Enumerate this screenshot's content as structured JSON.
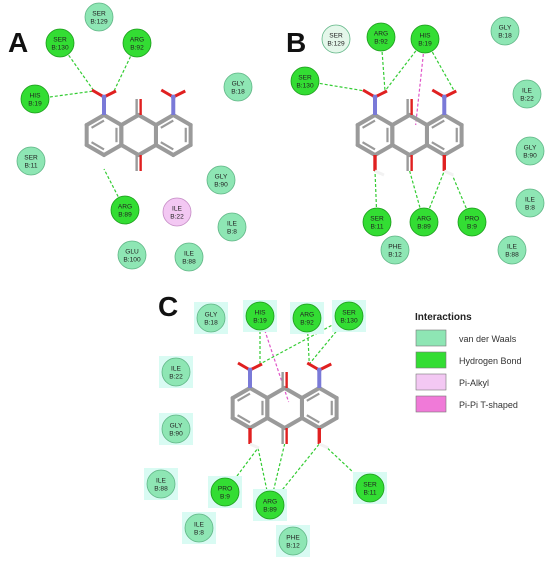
{
  "panels": [
    {
      "letter": "A",
      "residues": [
        {
          "id": "a-ser129",
          "l1": "SER",
          "l2": "B:129",
          "type": "vdw"
        },
        {
          "id": "a-ser130",
          "l1": "SER",
          "l2": "B:130",
          "type": "hbond"
        },
        {
          "id": "a-arg92",
          "l1": "ARG",
          "l2": "B:92",
          "type": "hbond"
        },
        {
          "id": "a-his19",
          "l1": "HIS",
          "l2": "B:19",
          "type": "hbond"
        },
        {
          "id": "a-gly18",
          "l1": "GLY",
          "l2": "B:18",
          "type": "vdw"
        },
        {
          "id": "a-ser11",
          "l1": "SER",
          "l2": "B:11",
          "type": "vdw"
        },
        {
          "id": "a-gly90",
          "l1": "GLY",
          "l2": "B:90",
          "type": "vdw"
        },
        {
          "id": "a-arg89",
          "l1": "ARG",
          "l2": "B:89",
          "type": "hbond"
        },
        {
          "id": "a-ile22",
          "l1": "ILE",
          "l2": "B:22",
          "type": "pialkyl"
        },
        {
          "id": "a-ile8",
          "l1": "ILE",
          "l2": "B:8",
          "type": "vdw"
        },
        {
          "id": "a-glu100",
          "l1": "GLU",
          "l2": "B:100",
          "type": "vdw"
        },
        {
          "id": "a-ile88",
          "l1": "ILE",
          "l2": "B:88",
          "type": "vdw"
        }
      ]
    },
    {
      "letter": "B",
      "residues": [
        {
          "id": "b-ser129",
          "l1": "SER",
          "l2": "B:129",
          "type": "vdw-pale"
        },
        {
          "id": "b-arg92",
          "l1": "ARG",
          "l2": "B:92",
          "type": "hbond"
        },
        {
          "id": "b-his19",
          "l1": "HIS",
          "l2": "B:19",
          "type": "hbond"
        },
        {
          "id": "b-gly18",
          "l1": "GLY",
          "l2": "B:18",
          "type": "vdw"
        },
        {
          "id": "b-ser130",
          "l1": "SER",
          "l2": "B:130",
          "type": "hbond"
        },
        {
          "id": "b-ile22",
          "l1": "ILE",
          "l2": "B:22",
          "type": "vdw"
        },
        {
          "id": "b-gly90",
          "l1": "GLY",
          "l2": "B:90",
          "type": "vdw"
        },
        {
          "id": "b-ile8",
          "l1": "ILE",
          "l2": "B:8",
          "type": "vdw"
        },
        {
          "id": "b-ser11",
          "l1": "SER",
          "l2": "B:11",
          "type": "hbond"
        },
        {
          "id": "b-arg89",
          "l1": "ARG",
          "l2": "B:89",
          "type": "hbond"
        },
        {
          "id": "b-pro9",
          "l1": "PRO",
          "l2": "B:9",
          "type": "hbond"
        },
        {
          "id": "b-phe12",
          "l1": "PHE",
          "l2": "B:12",
          "type": "vdw"
        },
        {
          "id": "b-ile88",
          "l1": "ILE",
          "l2": "B:88",
          "type": "vdw"
        }
      ]
    },
    {
      "letter": "C",
      "residues": [
        {
          "id": "c-gly18",
          "l1": "GLY",
          "l2": "B:18",
          "type": "vdw"
        },
        {
          "id": "c-his19",
          "l1": "HIS",
          "l2": "B:19",
          "type": "hbond"
        },
        {
          "id": "c-arg92",
          "l1": "ARG",
          "l2": "B:92",
          "type": "hbond"
        },
        {
          "id": "c-ser130",
          "l1": "SER",
          "l2": "B:130",
          "type": "hbond"
        },
        {
          "id": "c-ile22",
          "l1": "ILE",
          "l2": "B:22",
          "type": "vdw"
        },
        {
          "id": "c-gly90",
          "l1": "GLY",
          "l2": "B:90",
          "type": "vdw"
        },
        {
          "id": "c-ile88",
          "l1": "ILE",
          "l2": "B:88",
          "type": "vdw"
        },
        {
          "id": "c-pro9",
          "l1": "PRO",
          "l2": "B:9",
          "type": "hbond"
        },
        {
          "id": "c-arg89",
          "l1": "ARG",
          "l2": "B:89",
          "type": "hbond"
        },
        {
          "id": "c-ser11",
          "l1": "SER",
          "l2": "B:11",
          "type": "hbond"
        },
        {
          "id": "c-ile8",
          "l1": "ILE",
          "l2": "B:8",
          "type": "vdw"
        },
        {
          "id": "c-phe12",
          "l1": "PHE",
          "l2": "B:12",
          "type": "vdw"
        }
      ]
    }
  ],
  "legend": {
    "title": "Interactions",
    "items": [
      {
        "label": "van der Waals",
        "color": "#8ee6b4"
      },
      {
        "label": "Hydrogen Bond",
        "color": "#33dd33"
      },
      {
        "label": "Pi-Alkyl",
        "color": "#f3c8f3"
      },
      {
        "label": "Pi-Pi T-shaped",
        "color": "#f07ad8"
      }
    ]
  },
  "colors": {
    "vdw": "#8ee6b4",
    "vdw_pale": "#e4f7ea",
    "hbond": "#33dd33",
    "pialkyl": "#f3c8f3",
    "pipi": "#f07ad8",
    "hbond_line": "#33cc33",
    "pi_line": "#e055c8",
    "bond": "#9a9a9a",
    "oxygen": "#e02020",
    "nitrogen": "#7a7ad8"
  }
}
